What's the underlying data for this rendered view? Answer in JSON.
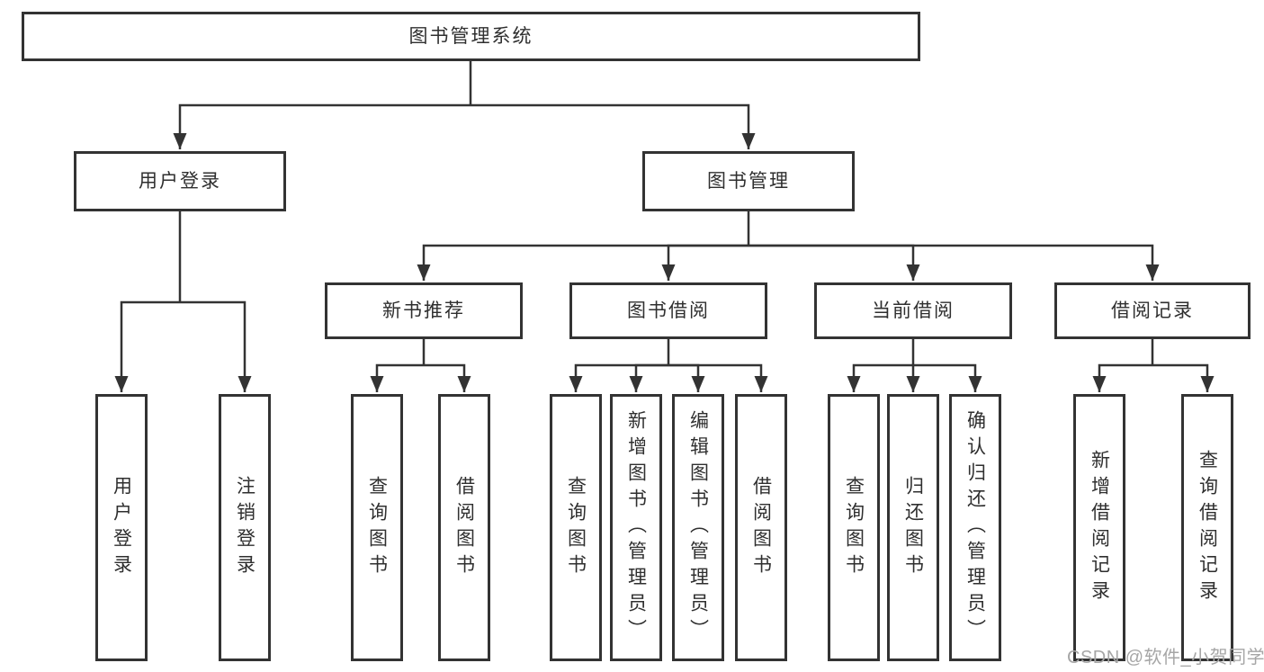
{
  "diagram": {
    "root": {
      "label": "图书管理系统"
    },
    "branches": [
      {
        "label": "用户登录",
        "children": [
          {
            "label": "用户登录"
          },
          {
            "label": "注销登录"
          }
        ]
      },
      {
        "label": "图书管理",
        "children": [
          {
            "label": "新书推荐",
            "children": [
              {
                "label": "查询图书"
              },
              {
                "label": "借阅图书"
              }
            ]
          },
          {
            "label": "图书借阅",
            "children": [
              {
                "label": "查询图书"
              },
              {
                "label": "新增图书（管理员）"
              },
              {
                "label": "编辑图书（管理员）"
              },
              {
                "label": "借阅图书"
              }
            ]
          },
          {
            "label": "当前借阅",
            "children": [
              {
                "label": "查询图书"
              },
              {
                "label": "归还图书"
              },
              {
                "label": "确认归还（管理员）"
              }
            ]
          },
          {
            "label": "借阅记录",
            "children": [
              {
                "label": "新增借阅记录"
              },
              {
                "label": "查询借阅记录"
              }
            ]
          }
        ]
      }
    ]
  },
  "watermark": {
    "text": "CSDN @软件_小贺同学"
  },
  "colors": {
    "line": "#333333",
    "text": "#2f2f2f",
    "watermark": "#a6a6a6",
    "background": "#ffffff"
  }
}
